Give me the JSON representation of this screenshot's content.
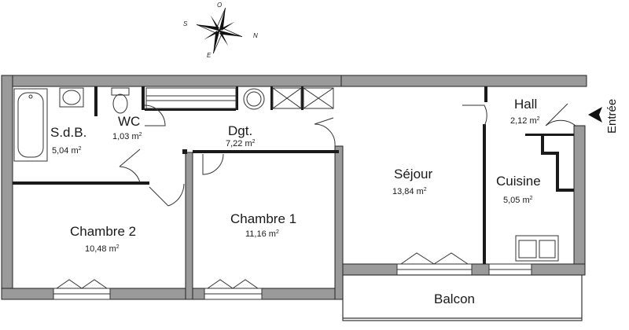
{
  "compass": {
    "north": "N",
    "south": "S",
    "east": "E",
    "west": "O",
    "icon": "compass-rose-icon"
  },
  "entrance": {
    "label": "Entrée",
    "icon": "entrance-arrow-icon"
  },
  "rooms": {
    "sdb": {
      "name": "S.d.B.",
      "area": "5,04 m"
    },
    "wc": {
      "name": "WC",
      "area": "1,03 m"
    },
    "dgt": {
      "name": "Dgt.",
      "area": "7,22 m"
    },
    "hall": {
      "name": "Hall",
      "area": "2,12 m"
    },
    "sejour": {
      "name": "Séjour",
      "area": "13,84 m"
    },
    "cuisine": {
      "name": "Cuisine",
      "area": "5,05 m"
    },
    "chambre1": {
      "name": "Chambre 1",
      "area": "11,16 m"
    },
    "chambre2": {
      "name": "Chambre 2",
      "area": "10,48 m"
    },
    "balcon": {
      "name": "Balcon"
    }
  },
  "area_unit_exponent": "2",
  "colors": {
    "wall": "#9a9a9a",
    "wall_outline": "#222222",
    "background": "#ffffff"
  }
}
